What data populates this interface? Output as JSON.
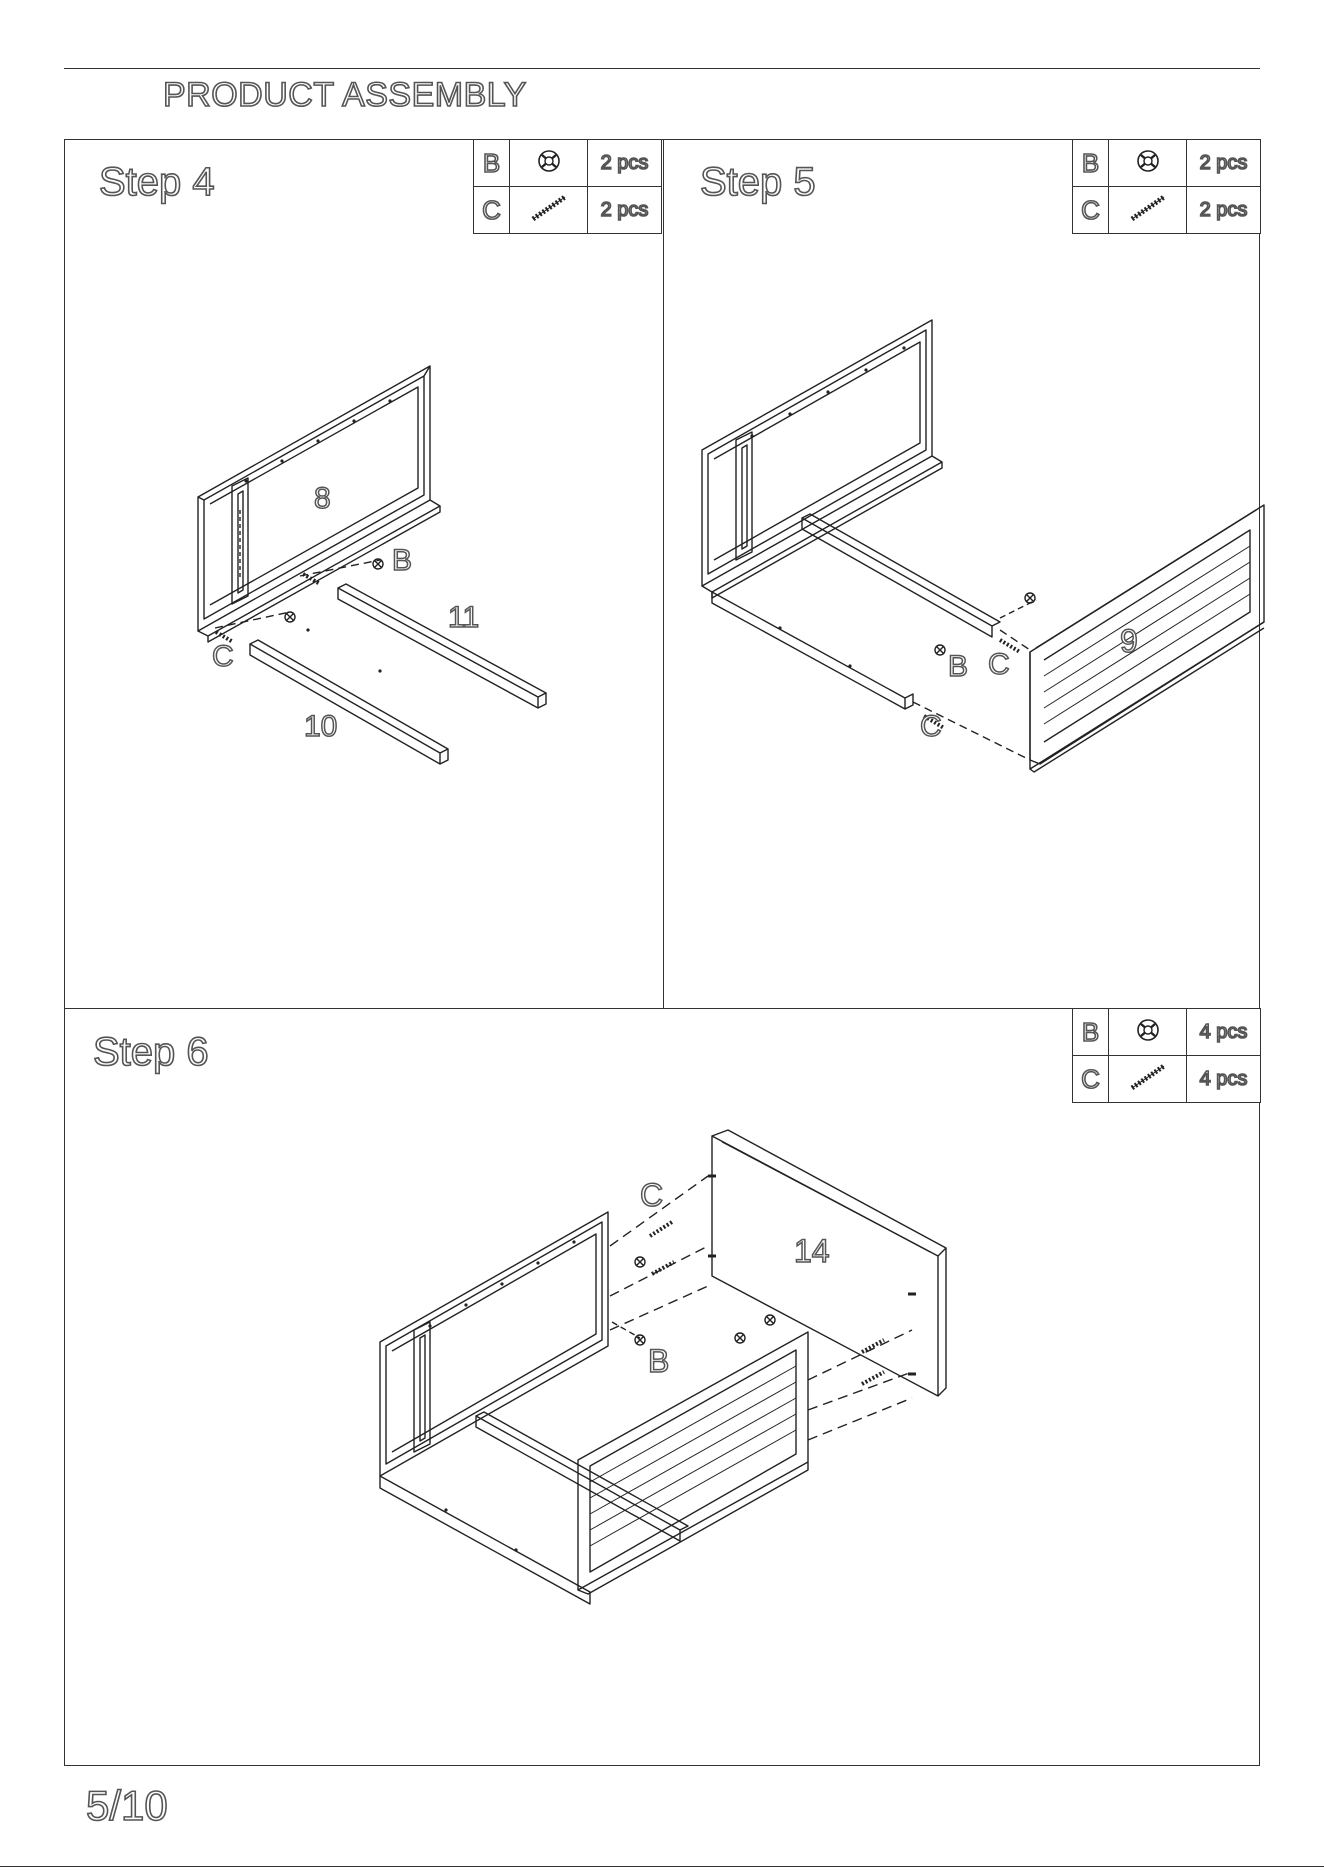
{
  "header": {
    "title": "PRODUCT ASSEMBLY"
  },
  "steps": [
    {
      "title": "Step 4",
      "parts": [
        {
          "letter": "B",
          "icon": "cam-lock-icon",
          "qty": "2 pcs"
        },
        {
          "letter": "C",
          "icon": "cam-bolt-icon",
          "qty": "2 pcs"
        }
      ],
      "labels": {
        "panel": "8",
        "rail_a": "11",
        "rail_b": "10",
        "b": "B",
        "c": "C"
      }
    },
    {
      "title": "Step 5",
      "parts": [
        {
          "letter": "B",
          "icon": "cam-lock-icon",
          "qty": "2 pcs"
        },
        {
          "letter": "C",
          "icon": "cam-bolt-icon",
          "qty": "2 pcs"
        }
      ],
      "labels": {
        "panel": "9",
        "b": "B",
        "c1": "C",
        "c2": "C"
      }
    },
    {
      "title": "Step 6",
      "parts": [
        {
          "letter": "B",
          "icon": "cam-lock-icon",
          "qty": "4 pcs"
        },
        {
          "letter": "C",
          "icon": "cam-bolt-icon",
          "qty": "4 pcs"
        }
      ],
      "labels": {
        "panel": "14",
        "b": "B",
        "c": "C"
      }
    }
  ],
  "footer": {
    "page": "5/10"
  }
}
